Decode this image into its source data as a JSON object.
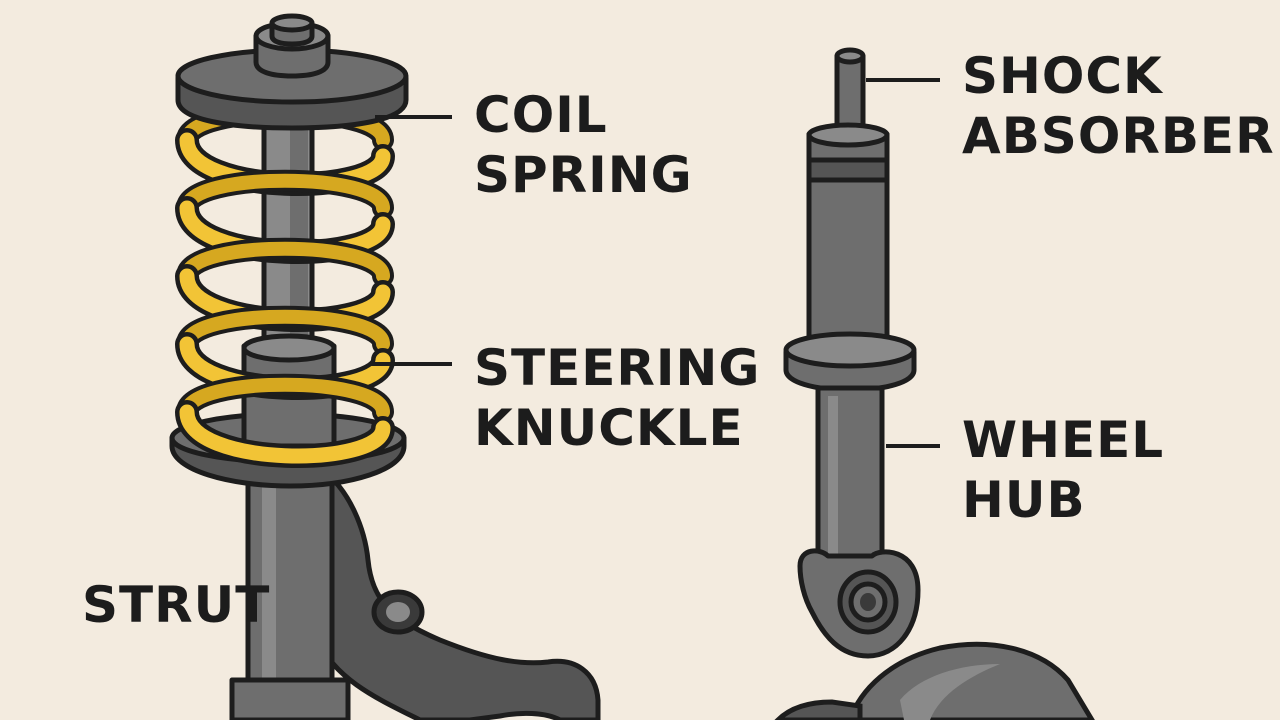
{
  "colors": {
    "background": "#f3ebdf",
    "metal": "#6e6e6e",
    "metal_light": "#8a8a8a",
    "metal_dark": "#555555",
    "spring": "#f2c436",
    "outline": "#1d1d1d",
    "label_text": "#1c1c1c"
  },
  "labels": {
    "coil_spring": [
      "COIL",
      "SPRING"
    ],
    "steering_knuckle": [
      "STEERING",
      "KNUCKLE"
    ],
    "strut": "STRUT",
    "shock_absorber": [
      "SHOCK",
      "ABSORBER"
    ],
    "wheel_hub": [
      "WHEEL",
      "HUB"
    ]
  }
}
